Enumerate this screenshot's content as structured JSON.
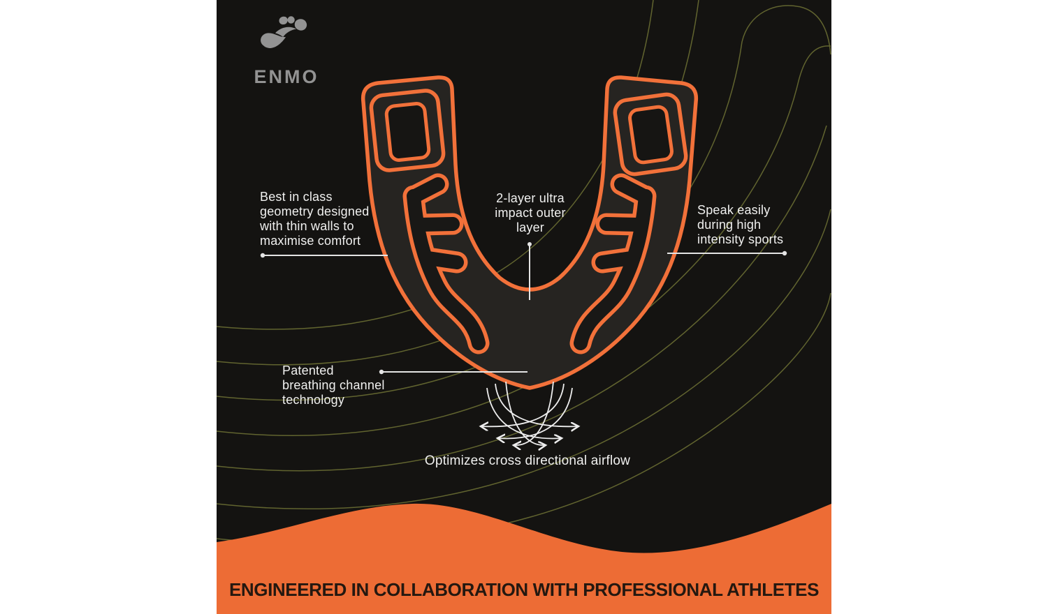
{
  "brand": {
    "name": "ENMO"
  },
  "callouts": {
    "geometry": "Best in class\ngeometry designed\nwith thin walls to\nmaximise comfort",
    "outer_layer": "2-layer ultra\nimpact outer\nlayer",
    "speak": "Speak easily\nduring high\nintensity sports",
    "breathing": "Patented\nbreathing channel\ntechnology",
    "airflow": "Optimizes cross directional airflow"
  },
  "footer": {
    "headline": "ENGINEERED IN COLLABORATION WITH PROFESSIONAL ATHLETES"
  },
  "icons": {
    "logo": "enmo-swirl-icon",
    "callout_pointer": "pointer-line-with-dot",
    "airflow_arrows": "crossing-curved-arrows"
  },
  "colors": {
    "accent_orange": "#ED6C35",
    "outline_orange": "#F2713A",
    "background_dark": "#141311",
    "mouthguard_fill": "#262421",
    "contour_olive": "#6A6D33",
    "label_white": "#F0F0EF",
    "footer_text": "#241810",
    "logo_gray": "#939393",
    "page_margin": "#FFFFFF"
  }
}
